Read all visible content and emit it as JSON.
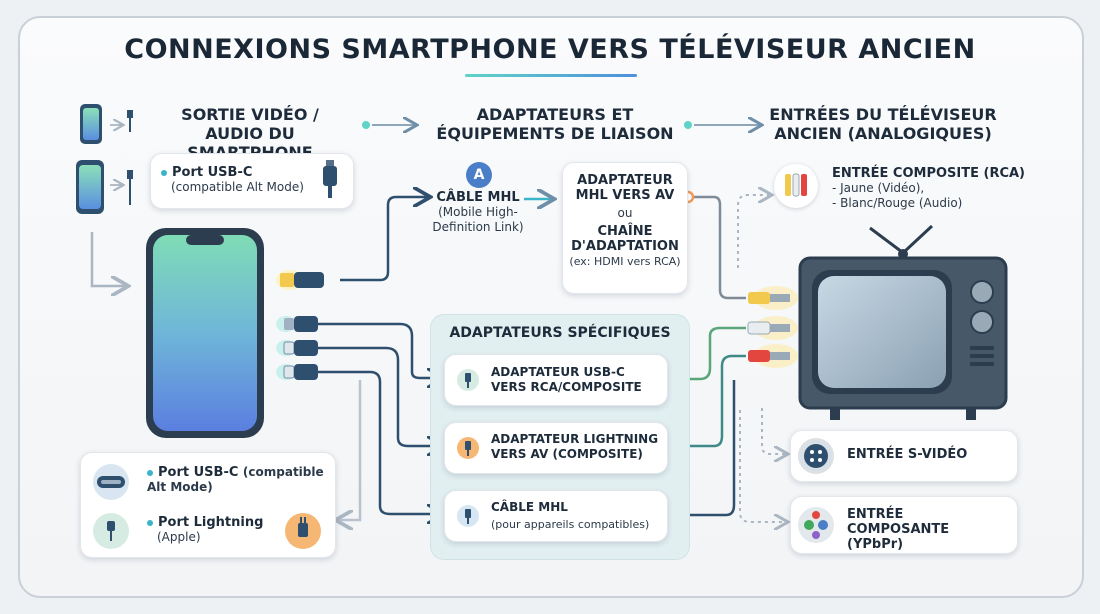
{
  "title": "CONNEXIONS SMARTPHONE VERS TÉLÉVISEUR ANCIEN",
  "columns": {
    "left": "SORTIE VIDÉO / AUDIO DU SMARTPHONE",
    "middle": "ADAPTATEURS ET ÉQUIPEMENTS DE LIAISON",
    "right": "ENTRÉES DU TÉLÉVISEUR ANCIEN (ANALOGIQUES)"
  },
  "usbc_top": {
    "title": "Port USB-C",
    "desc": "(compatible Alt Mode)"
  },
  "ports_box": {
    "usbc_title": "Port USB-C",
    "usbc_desc": "(compatible Alt Mode)",
    "lightning_title": "Port Lightning",
    "lightning_desc": "(Apple)"
  },
  "mhl": {
    "badge": "A",
    "title": "CÂBLE MHL",
    "desc": "(Mobile High-Definition Link)"
  },
  "mhl_av": {
    "title1": "ADAPTATEUR MHL VERS AV",
    "ou": "ou",
    "title2": "CHAÎNE D'ADAPTATION",
    "desc": "(ex: HDMI vers RCA)"
  },
  "specific": {
    "title": "ADAPTATEURS SPÉCIFIQUES",
    "items": [
      {
        "title": "ADAPTATEUR USB-C VERS RCA/COMPOSITE",
        "desc": ""
      },
      {
        "title": "ADAPTATEUR LIGHTNING VERS AV (COMPOSITE)",
        "desc": ""
      },
      {
        "title": "CÂBLE MHL",
        "desc": "(pour appareils compatibles)"
      }
    ]
  },
  "inputs": {
    "composite": {
      "title": "ENTRÉE COMPOSITE (RCA)",
      "line1": "- Jaune (Vidéo),",
      "line2": "- Blanc/Rouge (Audio)"
    },
    "svideo": {
      "title": "ENTRÉE S-VIDÉO"
    },
    "component": {
      "title": "ENTRÉE COMPOSANTE",
      "sub": "(YPbPr)"
    }
  },
  "colors": {
    "teal": "#3ab4c9",
    "navy": "#2f4f6f",
    "yellow": "#f2c94c",
    "red": "#e2463f",
    "orange": "#f29b54"
  }
}
